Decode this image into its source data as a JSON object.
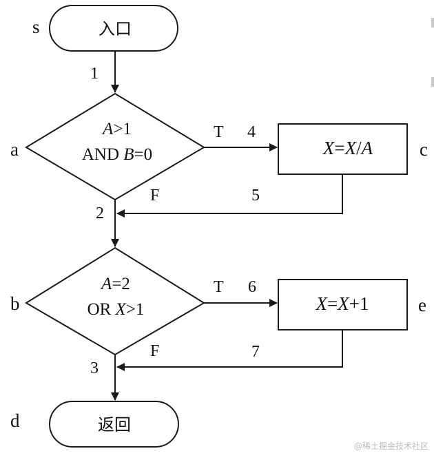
{
  "diagram": {
    "nodes": {
      "entry": {
        "id": "s",
        "text": "入口"
      },
      "cond_a": {
        "id": "a",
        "line1": [
          {
            "t": "A",
            "i": true
          },
          {
            "t": ">1",
            "i": false
          }
        ],
        "line2": [
          {
            "t": "AND ",
            "i": false
          },
          {
            "t": "B",
            "i": true
          },
          {
            "t": "=0",
            "i": false
          }
        ]
      },
      "proc_c": {
        "id": "c",
        "line": [
          {
            "t": "X",
            "i": true
          },
          {
            "t": "=",
            "i": false
          },
          {
            "t": "X",
            "i": true
          },
          {
            "t": "/",
            "i": false
          },
          {
            "t": "A",
            "i": true
          }
        ]
      },
      "cond_b": {
        "id": "b",
        "line1": [
          {
            "t": "A",
            "i": true
          },
          {
            "t": "=2",
            "i": false
          }
        ],
        "line2": [
          {
            "t": "OR ",
            "i": false
          },
          {
            "t": "X",
            "i": true
          },
          {
            "t": ">1",
            "i": false
          }
        ]
      },
      "proc_e": {
        "id": "e",
        "line": [
          {
            "t": "X",
            "i": true
          },
          {
            "t": "=",
            "i": false
          },
          {
            "t": "X",
            "i": true
          },
          {
            "t": "+1",
            "i": false
          }
        ]
      },
      "exit": {
        "id": "d",
        "text": "返回"
      }
    },
    "edges": {
      "e1": "1",
      "e2": "2",
      "e3": "3",
      "e4": "4",
      "e5": "5",
      "e6": "6",
      "e7": "7"
    },
    "branch_labels": {
      "a_true": "T",
      "a_false": "F",
      "b_true": "T",
      "b_false": "F"
    }
  },
  "watermark": "@稀土掘金技术社区"
}
